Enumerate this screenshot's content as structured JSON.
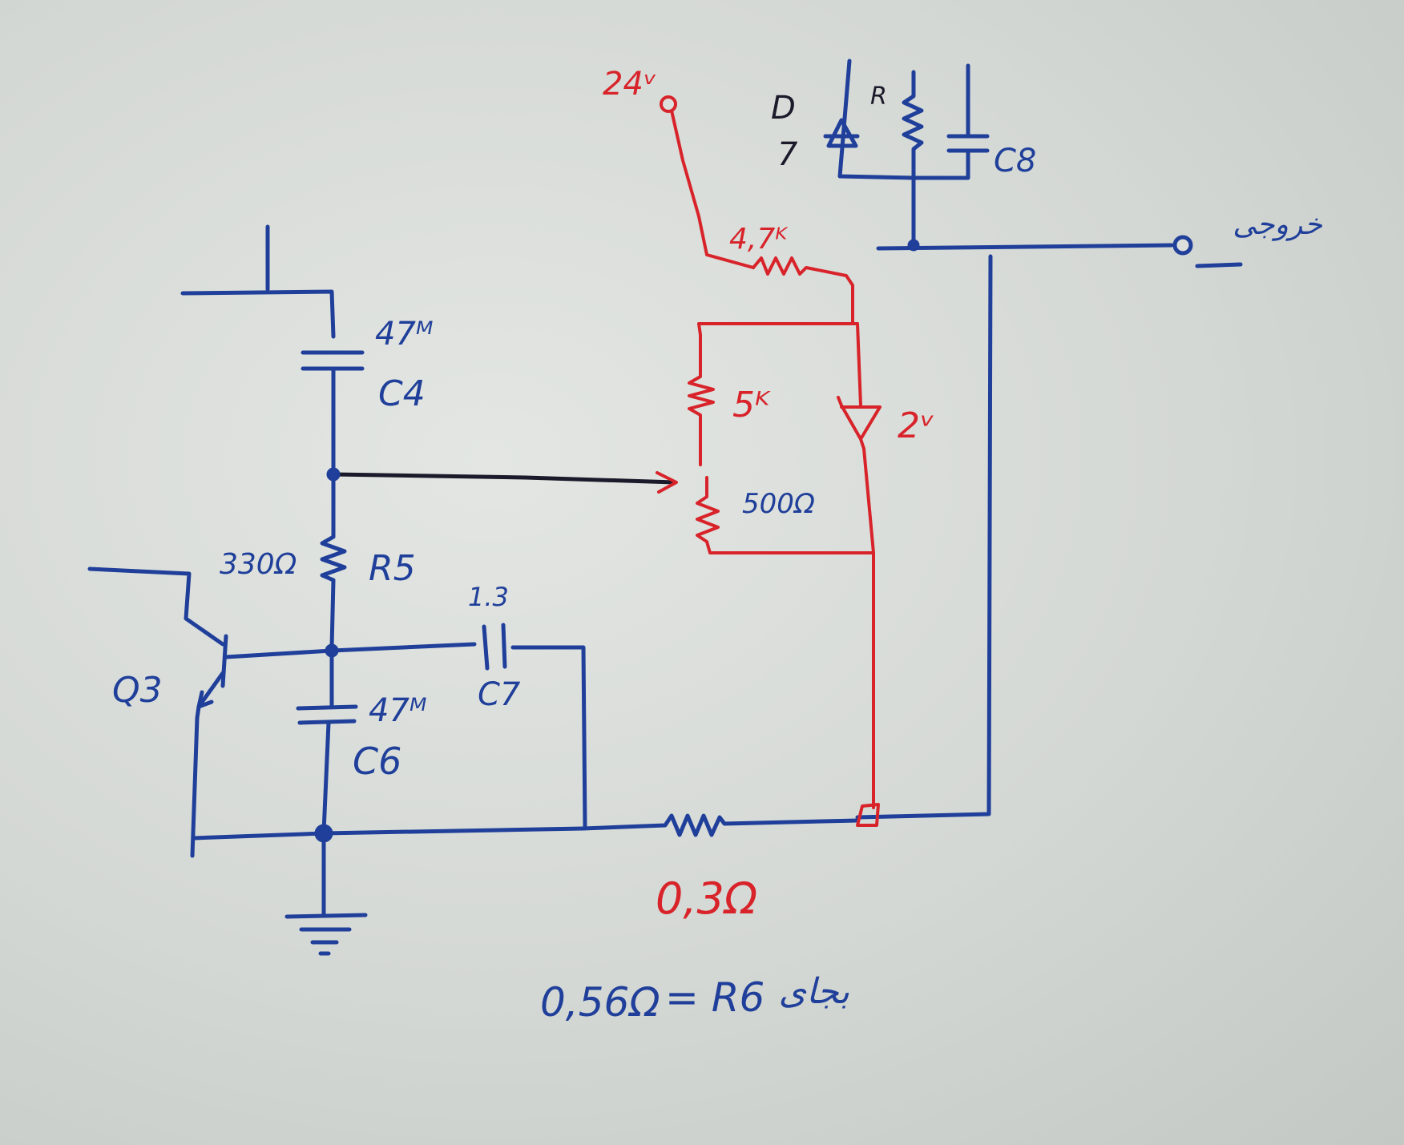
{
  "colors": {
    "blue_ink": "#1f3f9a",
    "red_ink": "#d8232a",
    "black_ink": "#1a1a2a",
    "paper": "#dcdfdb"
  },
  "labels": {
    "v24": "24ᵛ",
    "d_letter": "D",
    "d_number": "7",
    "r_letter": "R",
    "c8": "C8",
    "output_persian": "خروجی",
    "r_47k": "4,7ᴷ",
    "c4_value": "47ᴹ",
    "c4_name": "C4",
    "r_5k": "5ᴷ",
    "zener_2v": "2ᵛ",
    "pot_500": "500Ω",
    "r5_value": "330Ω",
    "r5_name": "R5",
    "c7_value": "1.3",
    "c7_name": "C7",
    "q3": "Q3",
    "c6_value": "47ᴹ",
    "c6_name": "C6",
    "r_03": "0,3Ω",
    "note_value": "0,56Ω",
    "note_eq": "= R6",
    "note_persian": "بجای"
  }
}
